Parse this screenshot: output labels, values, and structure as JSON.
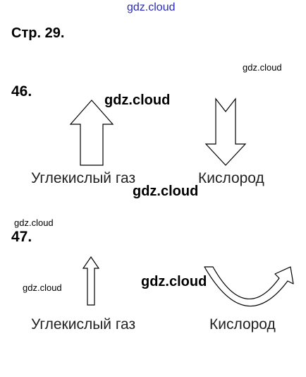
{
  "watermarks": {
    "top": "gdz.cloud",
    "right_small": "gdz.cloud",
    "mid_bold_1": "gdz.cloud",
    "mid_bold_2": "gdz.cloud",
    "left_small_1": "gdz.cloud",
    "left_small_2": "gdz.cloud",
    "right_bold": "gdz.cloud"
  },
  "page": {
    "title": "Стр. 29."
  },
  "task46": {
    "number": "46.",
    "up_label": "Углекислый газ",
    "down_label": "Кислород"
  },
  "task47": {
    "number": "47.",
    "up_label": "Углекислый газ",
    "curve_label": "Кислород"
  }
}
